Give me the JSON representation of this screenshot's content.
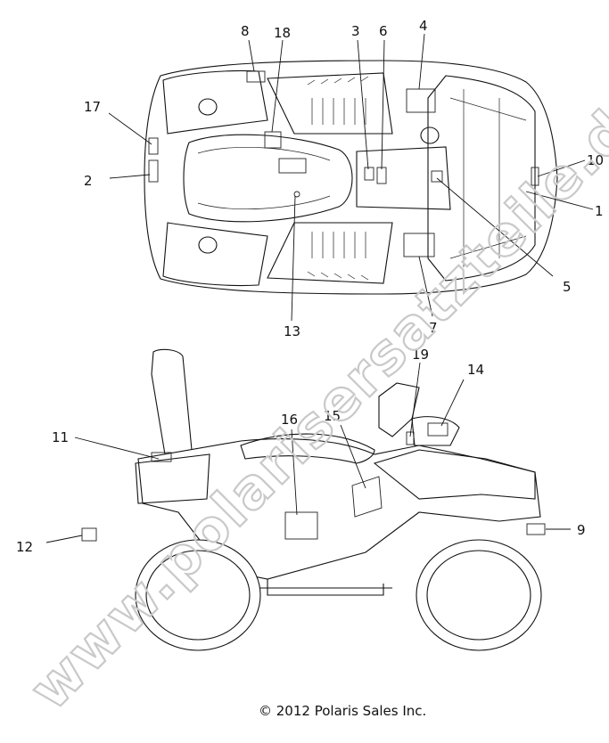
{
  "watermark": "www.polarisersatzteile.de",
  "copyright": "© 2012  Polaris Sales Inc.",
  "callouts": [
    "1",
    "2",
    "3",
    "4",
    "5",
    "6",
    "7",
    "8",
    "9",
    "10",
    "11",
    "12",
    "13",
    "14",
    "15",
    "16",
    "17",
    "18",
    "19"
  ]
}
